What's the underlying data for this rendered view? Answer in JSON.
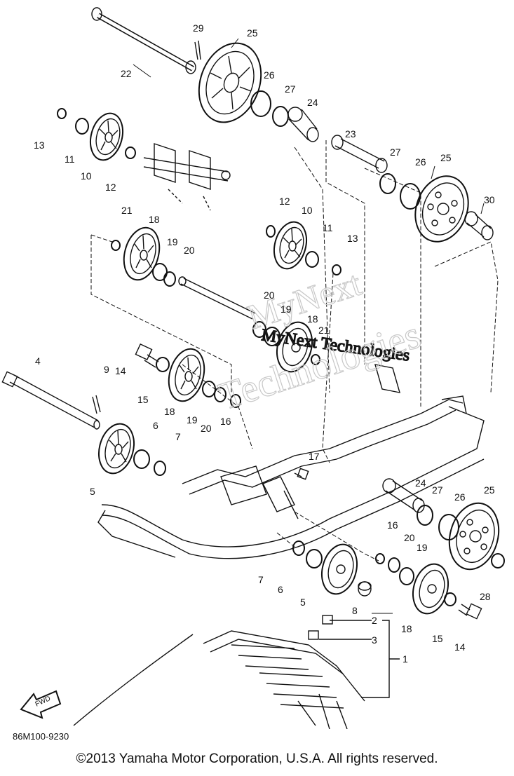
{
  "callouts": [
    {
      "id": "c29",
      "text": "29"
    },
    {
      "id": "c25a",
      "text": "25"
    },
    {
      "id": "c22",
      "text": "22"
    },
    {
      "id": "c26a",
      "text": "26"
    },
    {
      "id": "c27a",
      "text": "27"
    },
    {
      "id": "c24a",
      "text": "24"
    },
    {
      "id": "c13a",
      "text": "13"
    },
    {
      "id": "c11a",
      "text": "11"
    },
    {
      "id": "c10a",
      "text": "10"
    },
    {
      "id": "c12a",
      "text": "12"
    },
    {
      "id": "c23",
      "text": "23"
    },
    {
      "id": "c27b",
      "text": "27"
    },
    {
      "id": "c26b",
      "text": "26"
    },
    {
      "id": "c25b",
      "text": "25"
    },
    {
      "id": "c30",
      "text": "30"
    },
    {
      "id": "c21",
      "text": "21"
    },
    {
      "id": "c18a",
      "text": "18"
    },
    {
      "id": "c19a",
      "text": "19"
    },
    {
      "id": "c20a",
      "text": "20"
    },
    {
      "id": "c12b",
      "text": "12"
    },
    {
      "id": "c10b",
      "text": "10"
    },
    {
      "id": "c11b",
      "text": "11"
    },
    {
      "id": "c13b",
      "text": "13"
    },
    {
      "id": "c20b",
      "text": "20"
    },
    {
      "id": "c19b",
      "text": "19"
    },
    {
      "id": "c18b",
      "text": "18"
    },
    {
      "id": "c21b",
      "text": "21"
    },
    {
      "id": "c4",
      "text": "4"
    },
    {
      "id": "c9",
      "text": "9"
    },
    {
      "id": "c14a",
      "text": "14"
    },
    {
      "id": "c15a",
      "text": "15"
    },
    {
      "id": "c18c",
      "text": "18"
    },
    {
      "id": "c19c",
      "text": "19"
    },
    {
      "id": "c20c",
      "text": "20"
    },
    {
      "id": "c16a",
      "text": "16"
    },
    {
      "id": "c6a",
      "text": "6"
    },
    {
      "id": "c7a",
      "text": "7"
    },
    {
      "id": "c5a",
      "text": "5"
    },
    {
      "id": "c17",
      "text": "17"
    },
    {
      "id": "c24b",
      "text": "24"
    },
    {
      "id": "c27c",
      "text": "27"
    },
    {
      "id": "c26c",
      "text": "26"
    },
    {
      "id": "c25c",
      "text": "25"
    },
    {
      "id": "c16b",
      "text": "16"
    },
    {
      "id": "c20d",
      "text": "20"
    },
    {
      "id": "c19d",
      "text": "19"
    },
    {
      "id": "c28",
      "text": "28"
    },
    {
      "id": "c7b",
      "text": "7"
    },
    {
      "id": "c6b",
      "text": "6"
    },
    {
      "id": "c5b",
      "text": "5"
    },
    {
      "id": "c8",
      "text": "8"
    },
    {
      "id": "c18d",
      "text": "18"
    },
    {
      "id": "c15b",
      "text": "15"
    },
    {
      "id": "c14b",
      "text": "14"
    },
    {
      "id": "c2",
      "text": "2"
    },
    {
      "id": "c3",
      "text": "3"
    },
    {
      "id": "c1",
      "text": "1"
    }
  ],
  "watermark": {
    "line1": "MyNext",
    "line2": "MyNext Technologies",
    "line3": "Technologies"
  },
  "fwd_label": "FWD",
  "diagram_code": "86M100-9230",
  "copyright": "©2013 Yamaha Motor Corporation, U.S.A. All rights reserved."
}
